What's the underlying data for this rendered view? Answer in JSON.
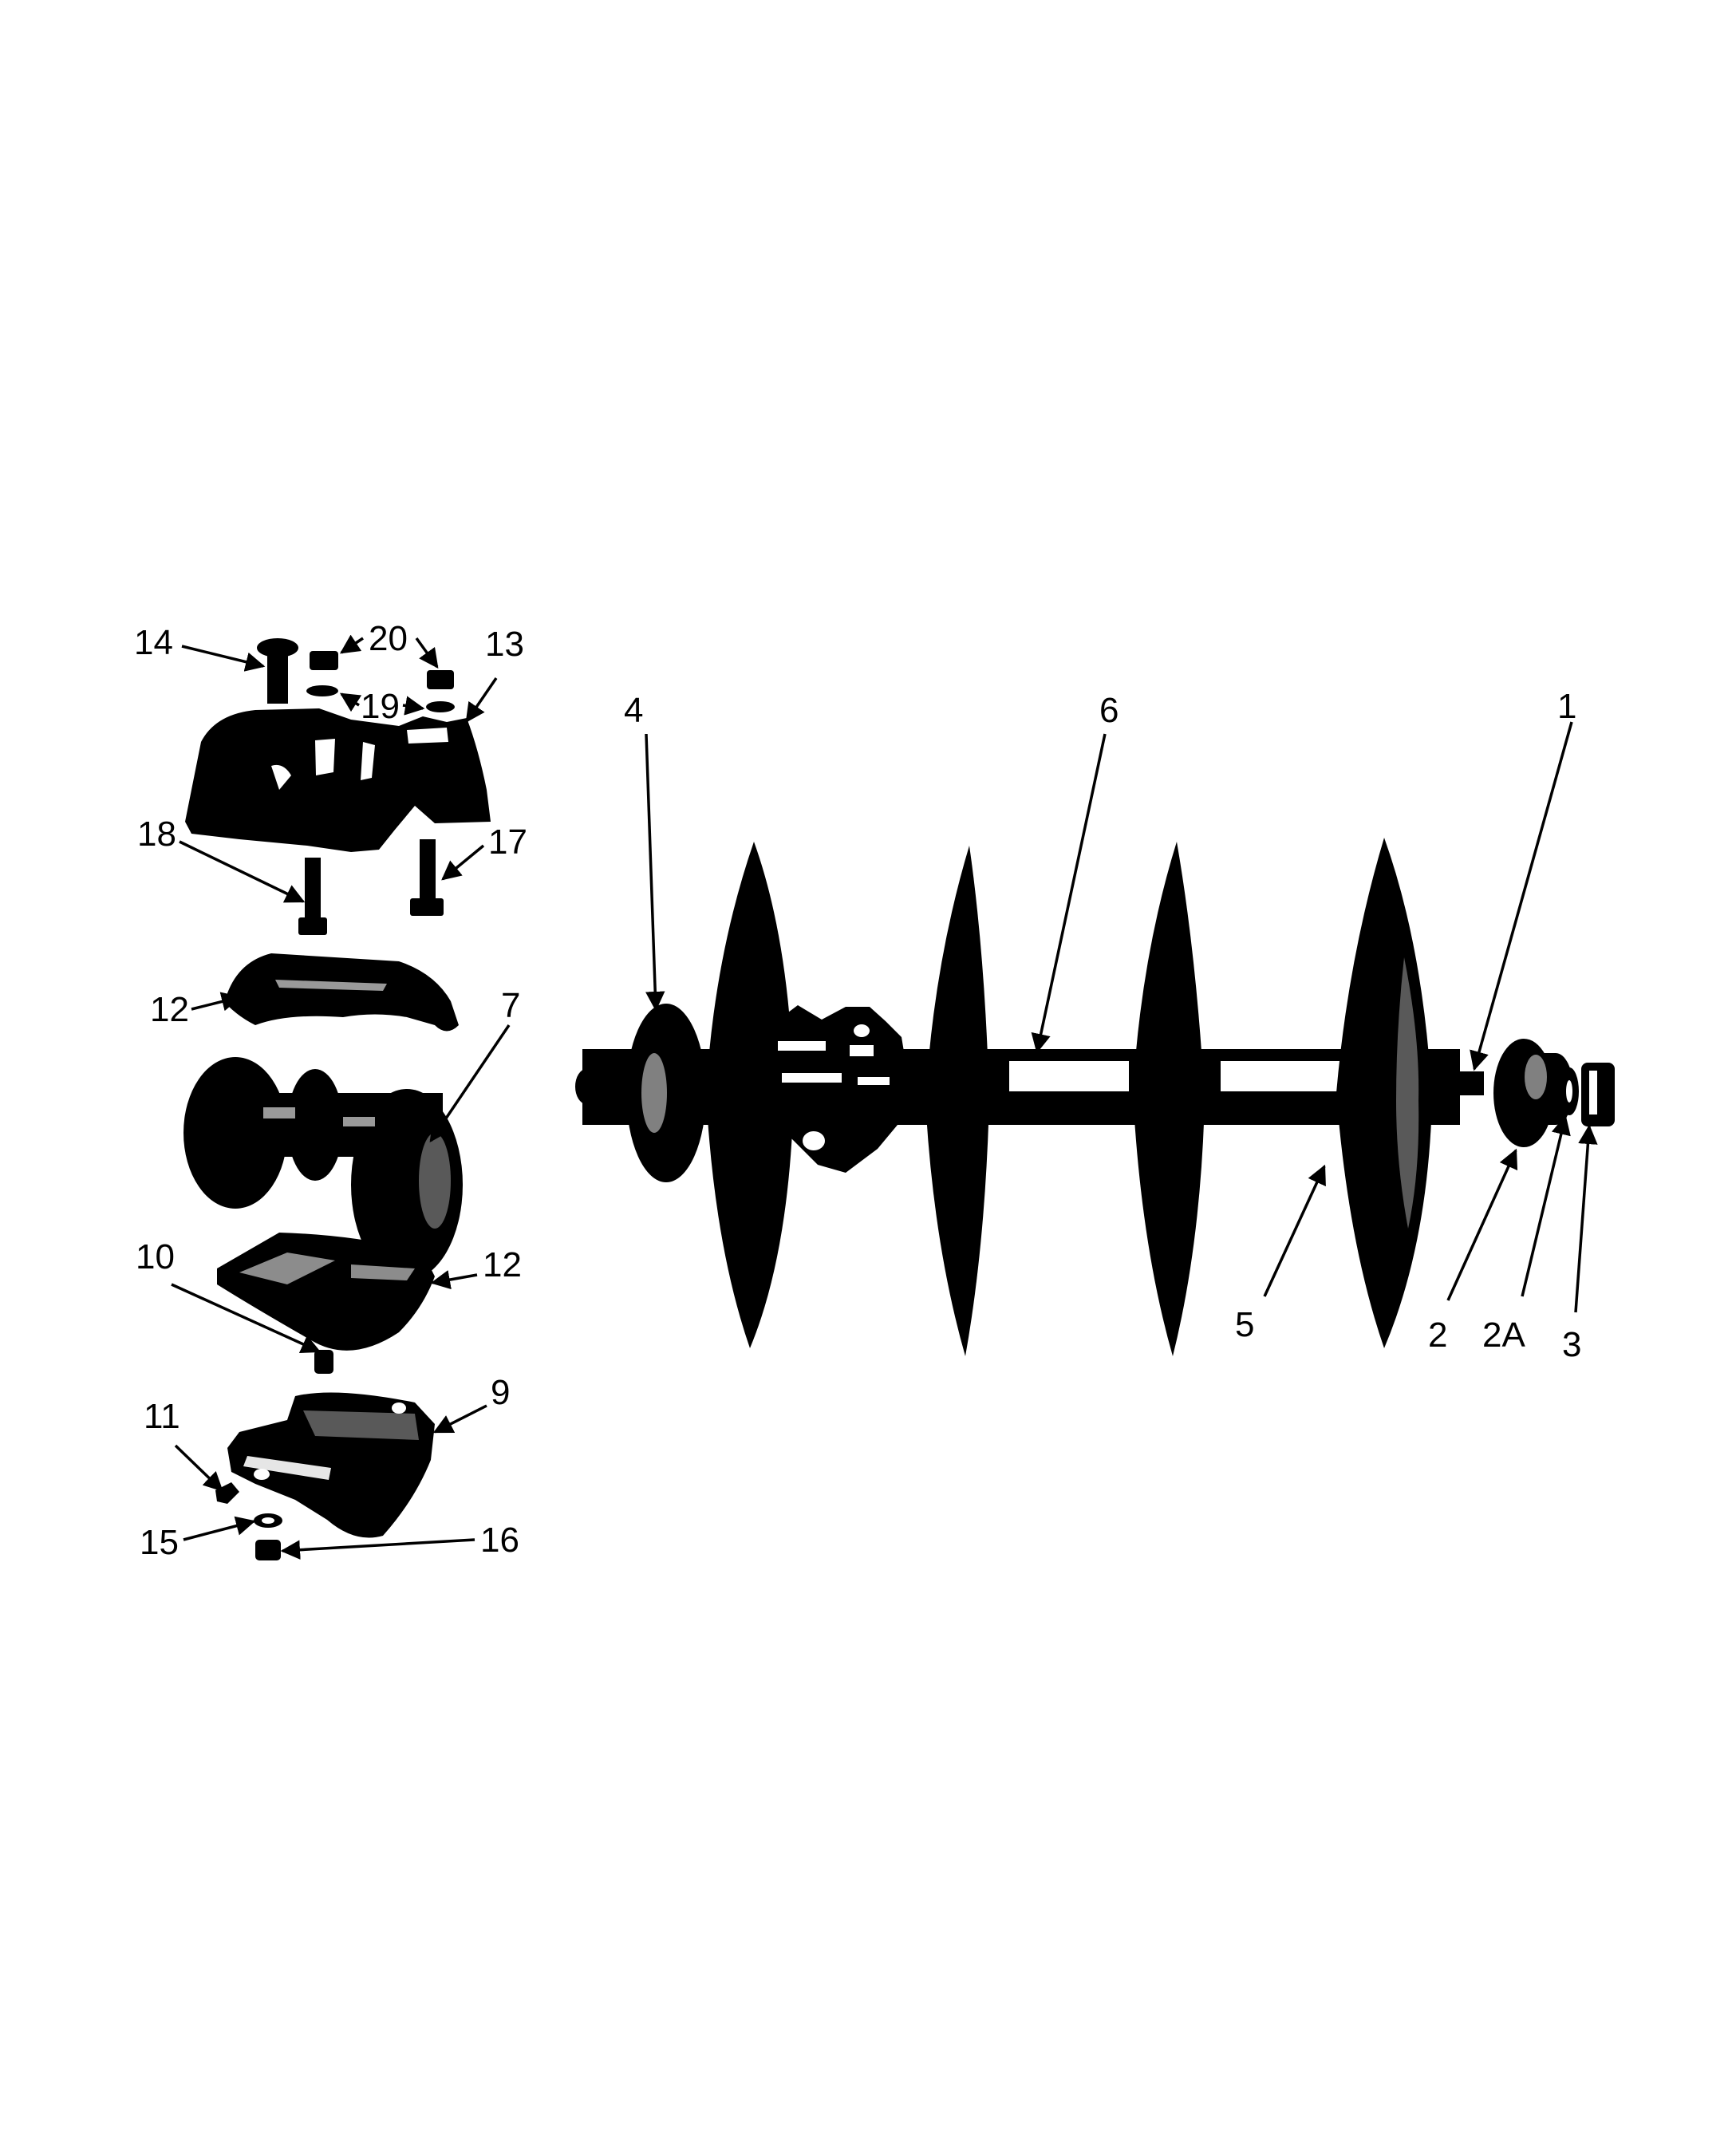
{
  "callouts": {
    "c1": "1",
    "c2": "2",
    "c2a": "2A",
    "c3": "3",
    "c4": "4",
    "c5": "5",
    "c6": "6",
    "c7": "7",
    "c9": "9",
    "c10": "10",
    "c11": "11",
    "c12a": "12",
    "c12b": "12",
    "c13": "13",
    "c14": "14",
    "c15": "15",
    "c16": "16",
    "c17": "17",
    "c18": "18",
    "c19": "19",
    "c20": "20"
  }
}
